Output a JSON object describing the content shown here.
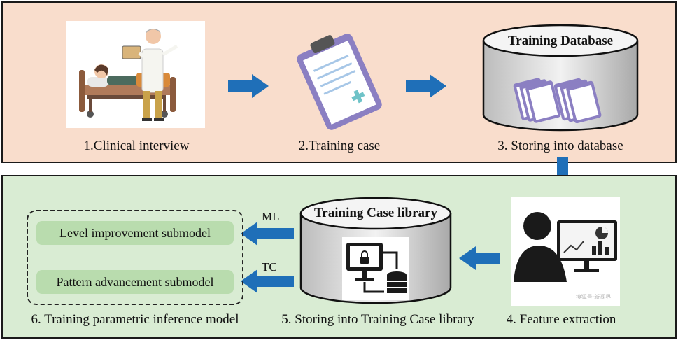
{
  "steps": {
    "clinical_interview": "1.Clinical interview",
    "training_case": "2.Training case",
    "storing_database": "3. Storing into database",
    "feature_extraction": "4. Feature extraction",
    "storing_library": "5. Storing into Training Case library",
    "inference_model": "6. Training parametric inference model"
  },
  "database_title": "Training Database",
  "library_title": "Training Case library",
  "submodels": {
    "level": "Level improvement submodel",
    "pattern": "Pattern advancement submodel"
  },
  "edge_labels": {
    "ml": "ML",
    "tc": "TC"
  },
  "watermark": "搜狐号·新视界",
  "colors": {
    "top_panel": "#f9ddcc",
    "bottom_panel": "#d9ecd3",
    "arrow": "#1f6fb8",
    "submodel": "#b9dcae"
  }
}
